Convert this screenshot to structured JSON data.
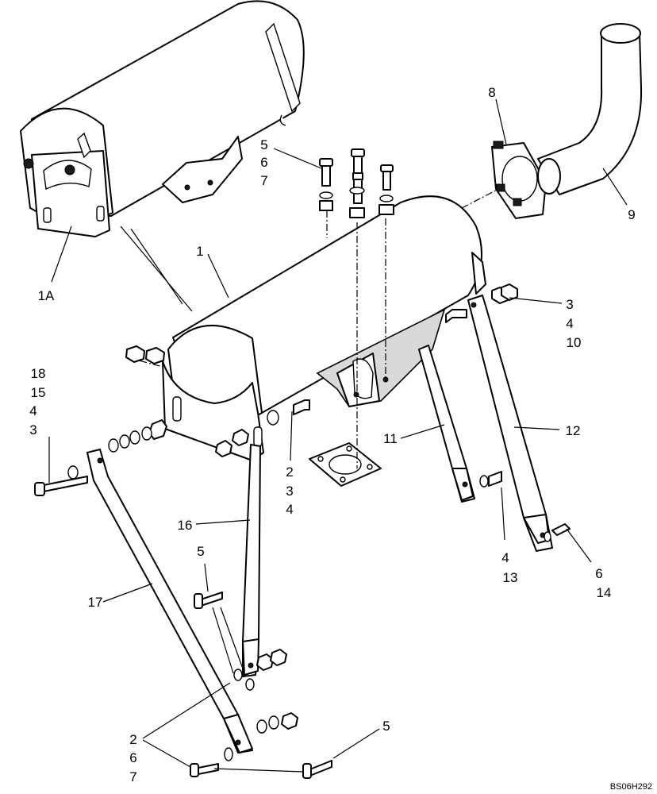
{
  "drawing_code": "BS06H292",
  "callouts": {
    "c1": "1",
    "c1a": "1A",
    "c2_3_4": [
      "2",
      "3",
      "4"
    ],
    "c3_4_10": [
      "3",
      "4",
      "10"
    ],
    "c5_6_7": [
      "5",
      "6",
      "7"
    ],
    "c5_mid": "5",
    "c5_bottom": "5",
    "c8": "8",
    "c9": "9",
    "c11": "11",
    "c12": "12",
    "c4_13": [
      "4",
      "13"
    ],
    "c6_14": [
      "6",
      "14"
    ],
    "c16": "16",
    "c17": "17",
    "c18_15_4_3": [
      "18",
      "15",
      "4",
      "3"
    ],
    "c2_6_7": [
      "2",
      "6",
      "7"
    ]
  }
}
